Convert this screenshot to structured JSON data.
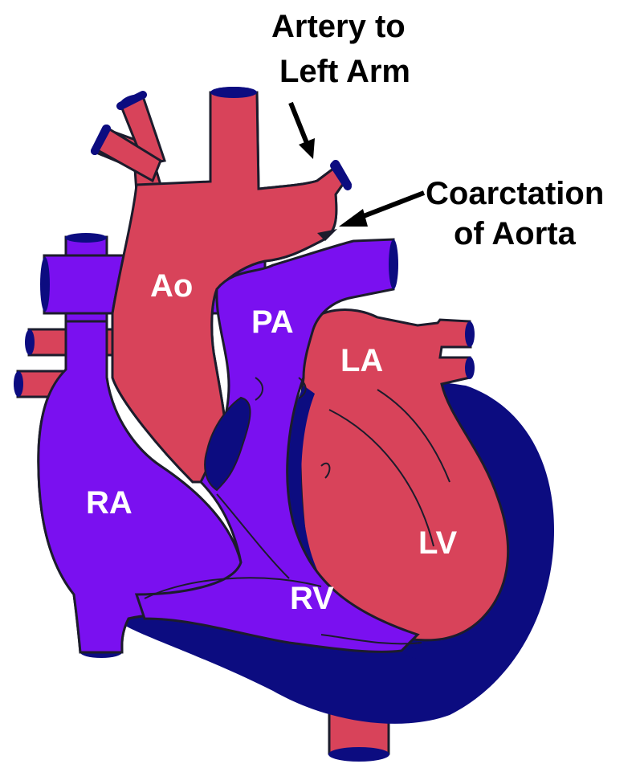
{
  "callouts": {
    "artery_line1": "Artery to",
    "artery_line2": "Left Arm",
    "coarct_line1": "Coarctation",
    "coarct_line2": "of Aorta"
  },
  "labels": {
    "ao": "Ao",
    "pa": "PA",
    "la": "LA",
    "ra": "RA",
    "rv": "RV",
    "lv": "LV"
  },
  "colors": {
    "oxygenated": "#d8435a",
    "deoxygenated": "#7a10f0",
    "myocardium": "#0c0c80",
    "outline": "#1c1c2c",
    "text_dark": "#000000",
    "text_light": "#ffffff"
  }
}
